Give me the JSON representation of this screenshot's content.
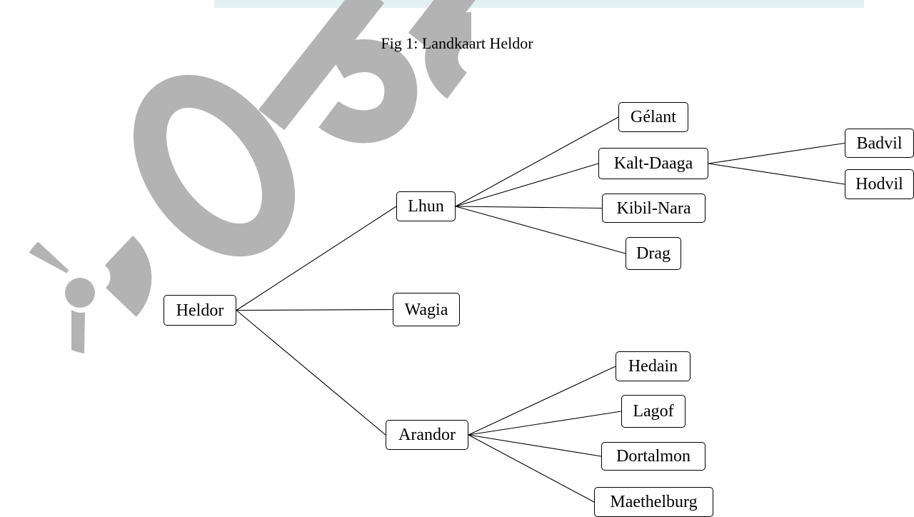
{
  "caption": "Fig 1: Landkaart Heldor",
  "watermark": {
    "text": "Oplos",
    "color": "#b3b3b3",
    "band_color": "#e4f1f3",
    "icon": "radiation-symbol-icon"
  },
  "tree": {
    "root": "Heldor",
    "nodes": {
      "heldor": "Heldor",
      "lhun": "Lhun",
      "wagia": "Wagia",
      "arandor": "Arandor",
      "gelant": "Gélant",
      "kalt_daaga": "Kalt-Daaga",
      "kibil_nara": "Kibil-Nara",
      "drag": "Drag",
      "badvil": "Badvil",
      "hodvil": "Hodvil",
      "hedain": "Hedain",
      "lagof": "Lagof",
      "dortalmon": "Dortalmon",
      "maethelburg": "Maethelburg"
    },
    "edges": [
      [
        "heldor",
        "lhun"
      ],
      [
        "heldor",
        "wagia"
      ],
      [
        "heldor",
        "arandor"
      ],
      [
        "lhun",
        "gelant"
      ],
      [
        "lhun",
        "kalt_daaga"
      ],
      [
        "lhun",
        "kibil_nara"
      ],
      [
        "lhun",
        "drag"
      ],
      [
        "kalt_daaga",
        "badvil"
      ],
      [
        "kalt_daaga",
        "hodvil"
      ],
      [
        "arandor",
        "hedain"
      ],
      [
        "arandor",
        "lagof"
      ],
      [
        "arandor",
        "dortalmon"
      ],
      [
        "arandor",
        "maethelburg"
      ]
    ]
  }
}
